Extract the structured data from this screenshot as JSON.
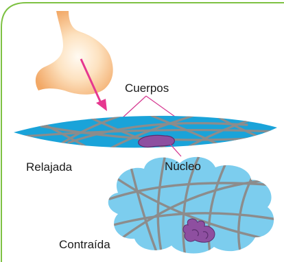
{
  "labels": {
    "cuerpos": "Cuerpos",
    "relajada": "Relajada",
    "nucleo": "Núcleo",
    "contraida": "Contraída"
  },
  "colors": {
    "border": "#7dc142",
    "stomach": "#f6b97a",
    "stomach_highlight": "#fff3e0",
    "arrow": "#e6378f",
    "callout_line": "#d63b92",
    "relaxed_cell": "#1aa3d9",
    "contracted_cell": "#7ccdee",
    "filaments": "#8c8c8c",
    "nucleus": "#8e4fa0",
    "nucleus_outline": "#5b2d6e"
  }
}
